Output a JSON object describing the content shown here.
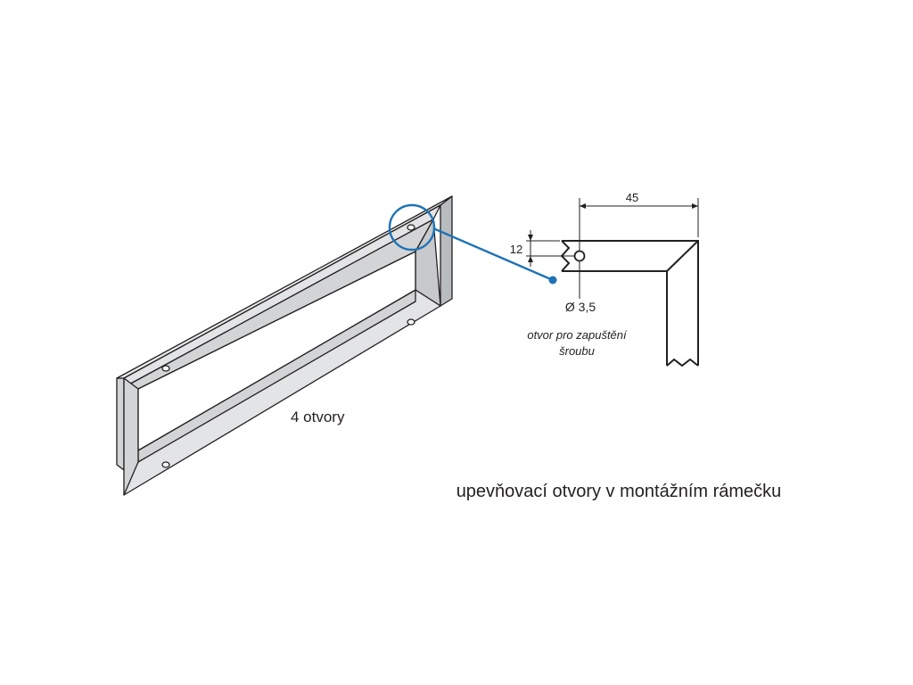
{
  "labels": {
    "holes_count": "4 otvory",
    "dim_width": "45",
    "dim_offset": "12",
    "dim_diameter": "Ø 3,5",
    "hole_note_line1": "otvor pro zapuštění",
    "hole_note_line2": "šroubu",
    "caption": "upevňovací otvory v montážním rámečku"
  },
  "colors": {
    "line": "#231f20",
    "frame_light": "#e8e9ea",
    "frame_mid": "#d2d4d6",
    "frame_dark": "#b9bcbf",
    "highlight": "#1f73b7"
  }
}
